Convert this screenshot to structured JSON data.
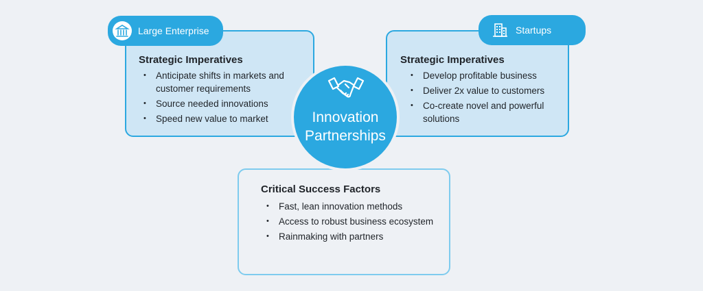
{
  "enterprise": {
    "tab_label": "Large Enterprise",
    "icon": "building-columns-icon",
    "title": "Strategic Imperatives",
    "bullets": [
      "Anticipate shifts in markets and customer requirements",
      "Source needed innovations",
      "Speed new value to market"
    ]
  },
  "startups": {
    "tab_label": "Startups",
    "icon": "office-building-icon",
    "title": "Strategic Imperatives",
    "bullets": [
      "Develop profitable business",
      "Deliver 2x value to customers",
      "Co-create novel and powerful solutions"
    ]
  },
  "center": {
    "icon": "handshake-icon",
    "title": "Innovation\nPartnerships"
  },
  "success": {
    "title": "Critical Success Factors",
    "bullets": [
      "Fast, lean innovation methods",
      "Access to robust business ecosystem",
      "Rainmaking with partners"
    ]
  },
  "colors": {
    "accent": "#2ba8e0",
    "panel_fill": "#cfe6f5",
    "panel_border_light": "#7ecbee",
    "background": "#eef1f5"
  }
}
